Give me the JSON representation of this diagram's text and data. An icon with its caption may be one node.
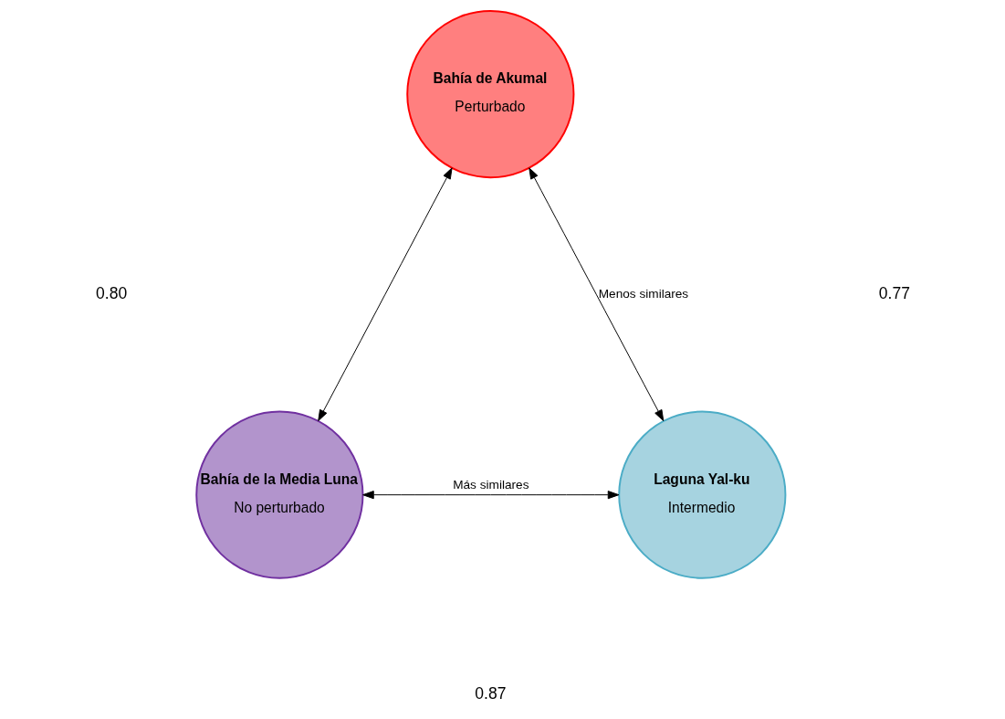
{
  "diagram": {
    "nodes": [
      {
        "text": [
          "Bahía de Akumal",
          "Perturbado"
        ]
      },
      {
        "text": [
          "Bahía de la Media Luna",
          "No perturbado"
        ]
      },
      {
        "text": [
          "Laguna Yal-ku",
          "Intermedio"
        ]
      }
    ],
    "edges": [
      {
        "from": 0,
        "to": 1,
        "arrow": "both"
      },
      {
        "from": 0,
        "to": 2,
        "arrow": "both",
        "label": "Menos similares"
      },
      {
        "from": 1,
        "to": 2,
        "arrow": "both",
        "label": "Más similares"
      }
    ],
    "labels": [
      "0.80",
      "0.77",
      "0.87"
    ]
  }
}
